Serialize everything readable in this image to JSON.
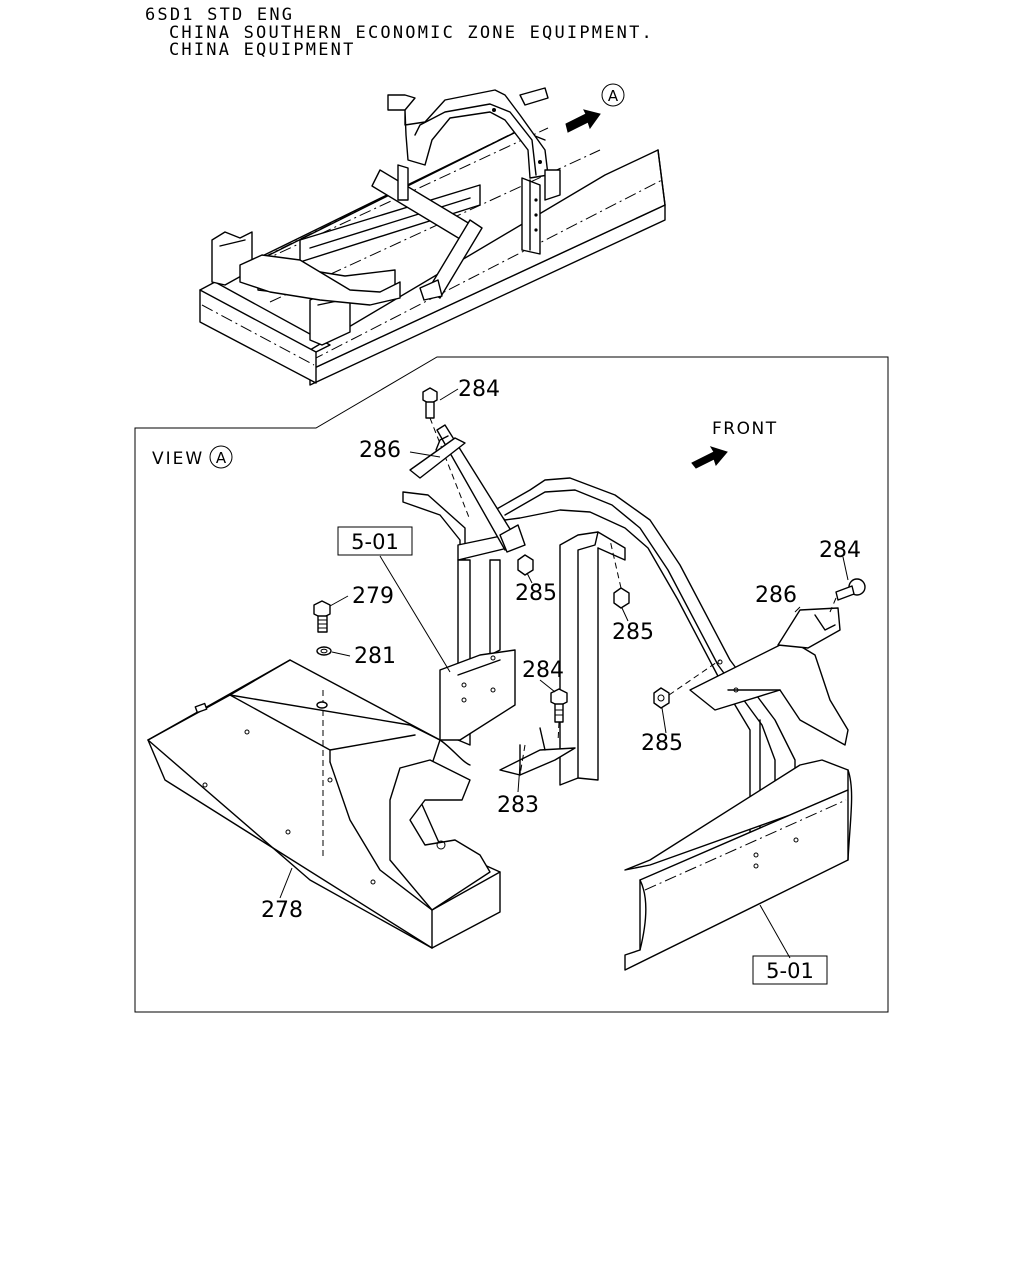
{
  "header": {
    "line1": "6SD1 STD ENG",
    "line2": "CHINA SOUTHERN ECONOMIC ZONE EQUIPMENT.",
    "line3": "CHINA EQUIPMENT"
  },
  "overview": {
    "view_marker": "A"
  },
  "detail": {
    "view_label": "VIEW",
    "view_marker": "A",
    "front_label": "FRONT",
    "ref_top": "5-01",
    "ref_bottom": "5-01"
  },
  "callouts": {
    "c284_top": "284",
    "c286_left": "286",
    "c285_a": "285",
    "c285_b": "285",
    "c285_c": "285",
    "c279": "279",
    "c281": "281",
    "c284_mid": "284",
    "c283": "283",
    "c278": "278",
    "c284_right": "284",
    "c286_right": "286"
  }
}
